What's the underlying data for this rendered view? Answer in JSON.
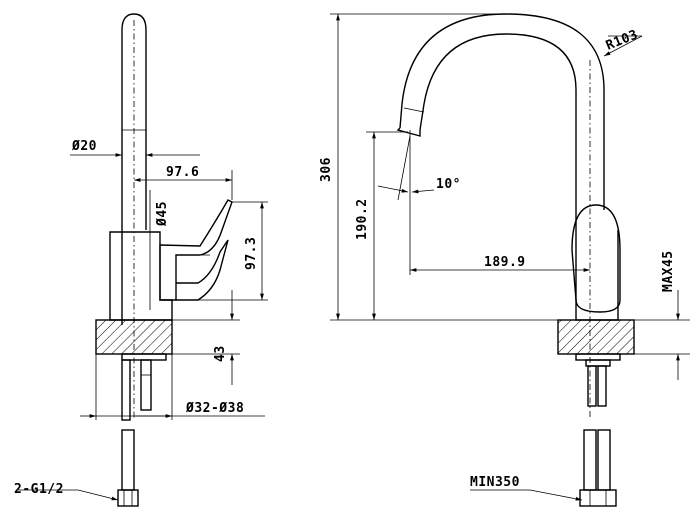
{
  "labels": {
    "dia20": "Ø20",
    "d976": "97.6",
    "dia45": "Ø45",
    "d973": "97.3",
    "d43": "43",
    "dia3238": "Ø32-Ø38",
    "thread": "2-G1/2",
    "d306": "306",
    "r103": "R103",
    "angle10": "10°",
    "d1902": "190.2",
    "d1899": "189.9",
    "max45": "MAX45",
    "min350": "MIN350"
  }
}
